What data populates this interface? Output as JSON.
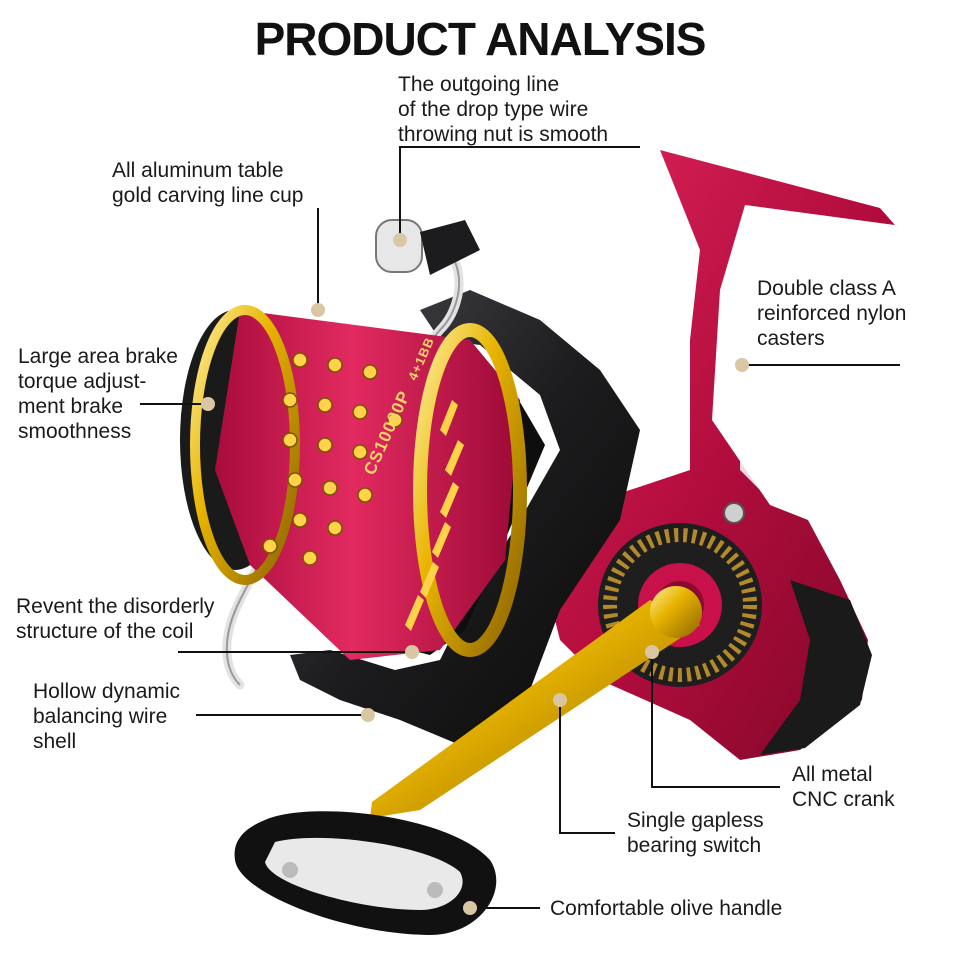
{
  "title": "PRODUCT ANALYSIS",
  "reel_model": "CS10000P",
  "reel_spec": "4+1BB",
  "callouts": {
    "outgoing_line": "The outgoing line\nof the drop type wire\nthrowing nut is smooth",
    "line_cup": "All aluminum table\ngold carving line cup",
    "brake": "Large area brake\ntorque adjust-\nment brake\nsmoothness",
    "casters": "Double class A\nreinforced nylon\ncasters",
    "coil": "Revent the disorderly\nstructure of the coil",
    "wire_shell": "Hollow dynamic\nbalancing wire\nshell",
    "crank": "All metal\nCNC crank",
    "bearing": "Single gapless\nbearing switch",
    "handle": "Comfortable olive handle"
  },
  "colors": {
    "spool_red": "#c8104a",
    "frame_black": "#1c1c1e",
    "gold": "#e8b400",
    "dot": "#d9c6a2"
  }
}
